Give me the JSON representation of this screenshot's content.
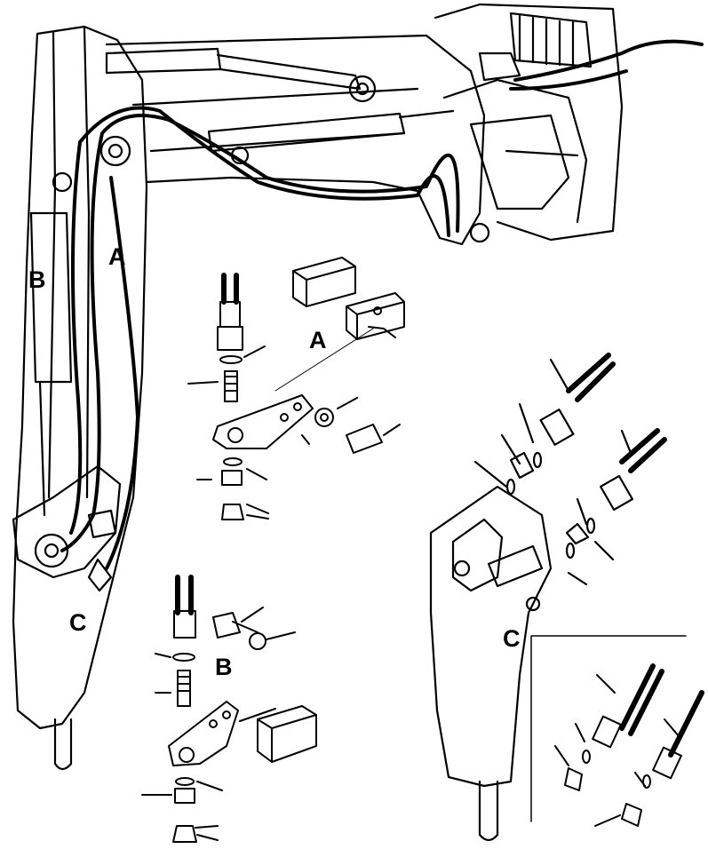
{
  "callouts": [
    {
      "id": "A",
      "text": "A"
    },
    {
      "id": "B",
      "text": "B"
    },
    {
      "id": "C",
      "text": "C"
    },
    {
      "id": "A2",
      "text": "A"
    },
    {
      "id": "B2",
      "text": "B"
    },
    {
      "id": "C2",
      "text": "C"
    }
  ],
  "colors": {
    "ink": "#000000",
    "paper": "#ffffff"
  }
}
